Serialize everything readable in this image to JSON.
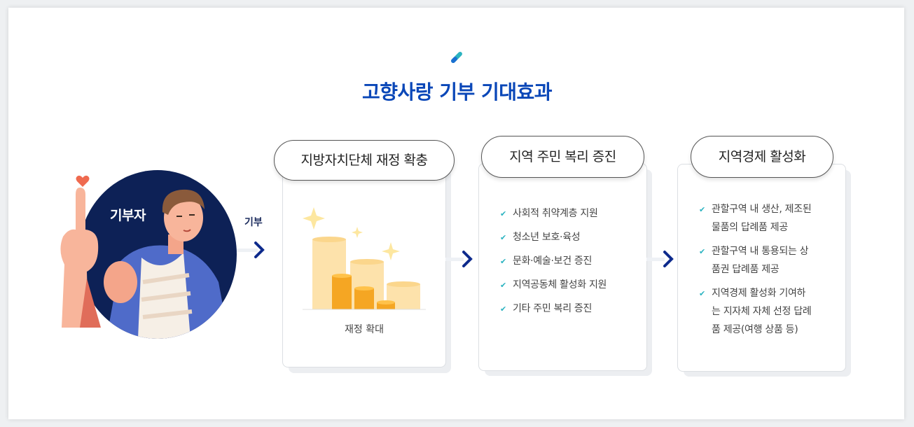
{
  "title": "고향사랑 기부 기대효과",
  "donor": {
    "label": "기부자",
    "action": "기부"
  },
  "cards": [
    {
      "heading": "지방자치단체 재정 확충",
      "caption": "재정 확대"
    },
    {
      "heading": "지역 주민 복리 증진",
      "items": [
        "사회적 취약계층 지원",
        "청소년 보호·육성",
        "문화·예술·보건 증진",
        "지역공동체 활성화 지원",
        "기타 주민 복리 증진"
      ]
    },
    {
      "heading": "지역경제 활성화",
      "items": [
        "관할구역 내 생산, 제조된\n물품의 답례품 제공",
        "관할구역 내 통용되는 상\n품권 답례품 제공",
        "지역경제 활성화 기여하\n는 지자체 자체 선정 답례\n품 제공(여행 상품 등)"
      ]
    }
  ],
  "colors": {
    "title": "#0a47b8",
    "navy": "#0d2156",
    "accent": "#2bb3c0",
    "coin": "#f5a623"
  },
  "icons": [
    "pencil-icon",
    "heart-icon",
    "chevron-right-icon",
    "check-icon",
    "sparkle-icon"
  ]
}
